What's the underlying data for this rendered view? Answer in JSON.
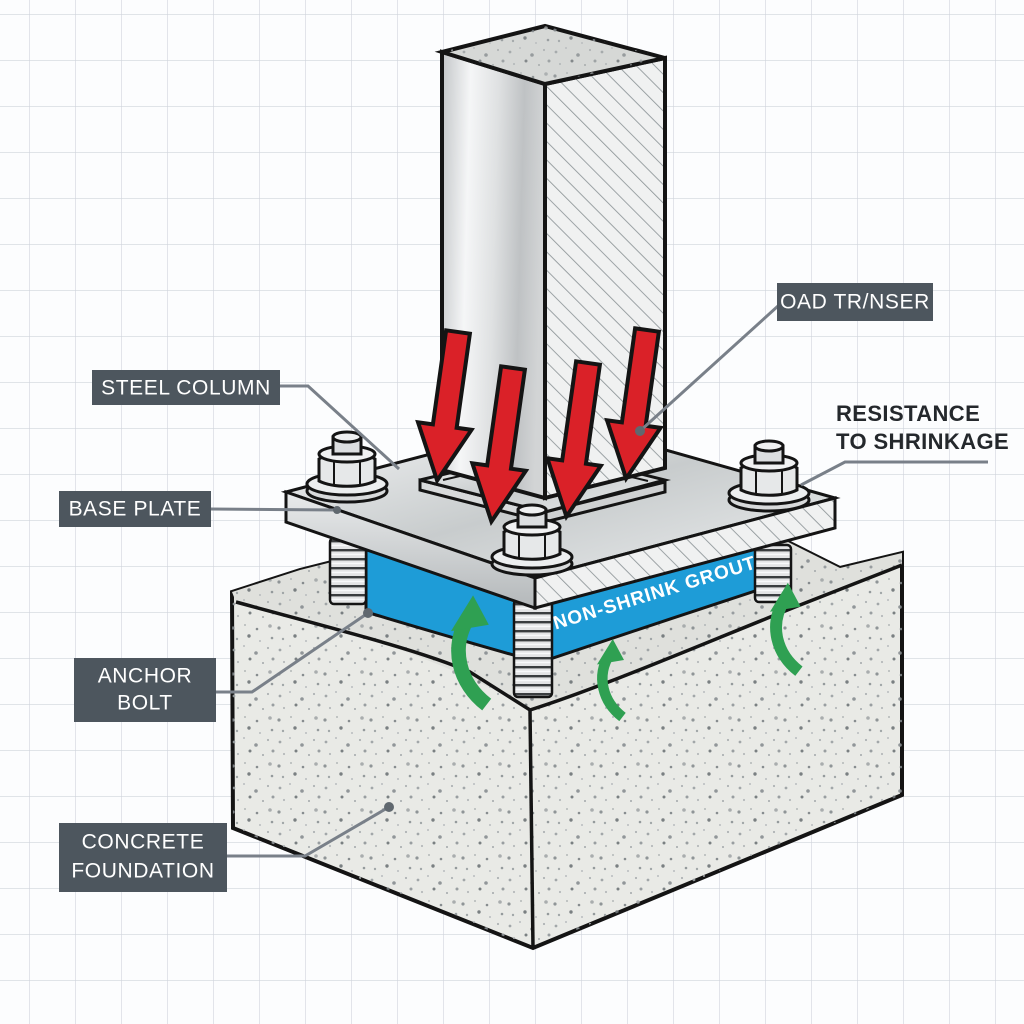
{
  "diagram": {
    "subject": "steel column base plate anchorage on concrete foundation with non-shrink grout",
    "labels": {
      "steel_column": "STEEL COLUMN",
      "base_plate": "BASE PLATE",
      "anchor_bolt": [
        "ANCHOR",
        "BOLT"
      ],
      "concrete_foundation": [
        "CONCRETE",
        "FOUNDATION"
      ],
      "load_transfer": "OAD TR/NSER",
      "resistance": [
        "RESISTANCE",
        "TO SHRINKAGE"
      ],
      "grout": "NON-SHRINK GROUT"
    },
    "colors": {
      "badge_bg": "#4d565e",
      "badge_text": "#ffffff",
      "annotation_text": "#24282c",
      "load_arrow_red": "#da2128",
      "grout_blue": "#1e9cd7",
      "expansion_arrow_green": "#2fa052",
      "leader_gray": "#798089",
      "grid_line": "#cfd4dc"
    }
  }
}
